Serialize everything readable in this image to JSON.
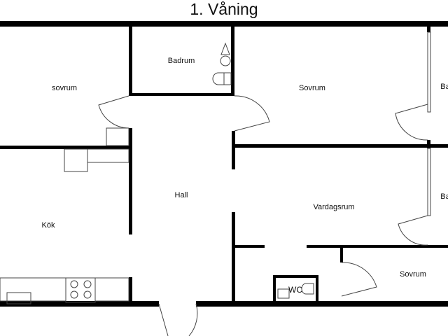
{
  "title": "1. Våning",
  "rooms": {
    "sovrum_left": "sovrum",
    "badrum": "Badrum",
    "sovrum_top": "Sovrum",
    "balcony_top": "Ba",
    "hall": "Hall",
    "kok": "Kök",
    "vardagsrum": "Vardagsrum",
    "balcony_mid": "Ba",
    "sovrum_bottom": "Sovrum",
    "wc": "WC"
  },
  "colors": {
    "wall": "#000000",
    "line": "#444444",
    "background": "#ffffff"
  }
}
